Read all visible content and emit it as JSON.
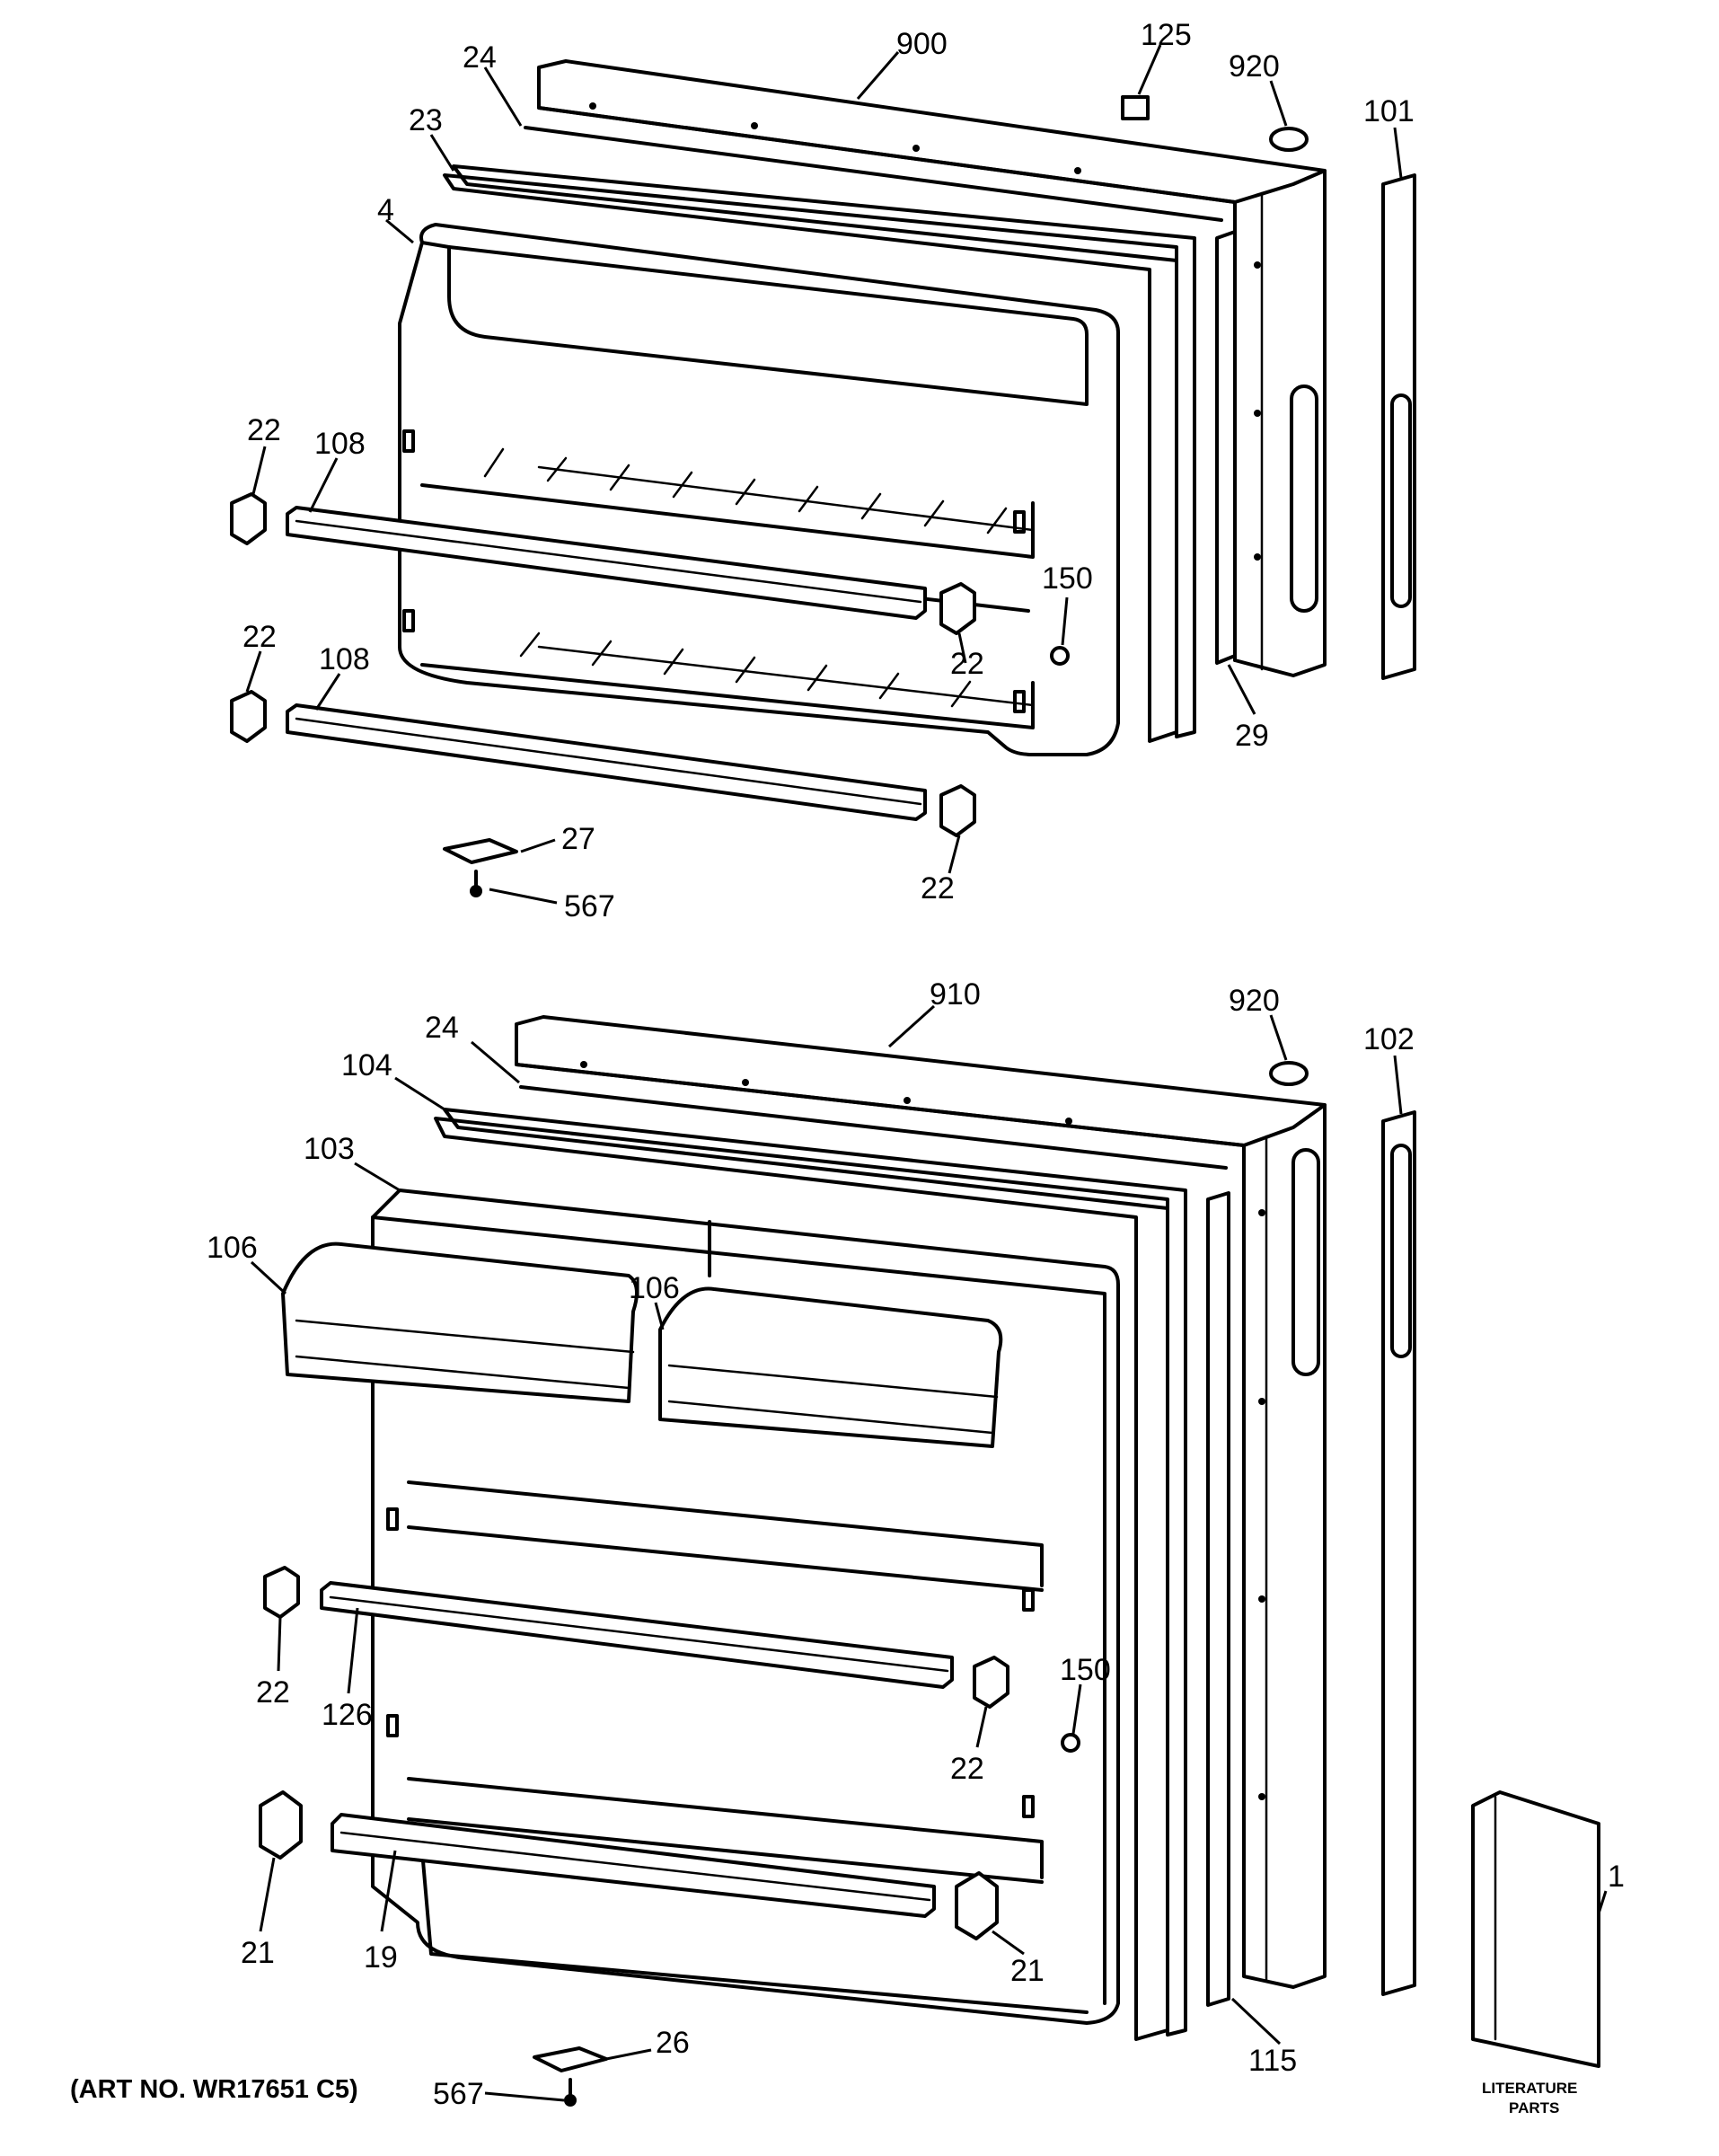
{
  "callouts": {
    "upper": {
      "p900": "900",
      "p125": "125",
      "p920": "920",
      "p101": "101",
      "p24": "24",
      "p23": "23",
      "p4": "4",
      "p22a": "22",
      "p108a": "108",
      "p22b": "22",
      "p108b": "108",
      "p150": "150",
      "p22c": "22",
      "p29": "29",
      "p27": "27",
      "p567": "567",
      "p22d": "22"
    },
    "lower": {
      "p910": "910",
      "p920": "920",
      "p102": "102",
      "p24": "24",
      "p104": "104",
      "p103": "103",
      "p106a": "106",
      "p106b": "106",
      "p22a": "22",
      "p126": "126",
      "p150": "150",
      "p22b": "22",
      "p21a": "21",
      "p19": "19",
      "p21b": "21",
      "p1": "1",
      "p115": "115",
      "p26": "26",
      "p567": "567"
    }
  },
  "literature": {
    "line1": "LITERATURE",
    "line2": "PARTS"
  },
  "art_number": "(ART NO. WR17651 C5)"
}
